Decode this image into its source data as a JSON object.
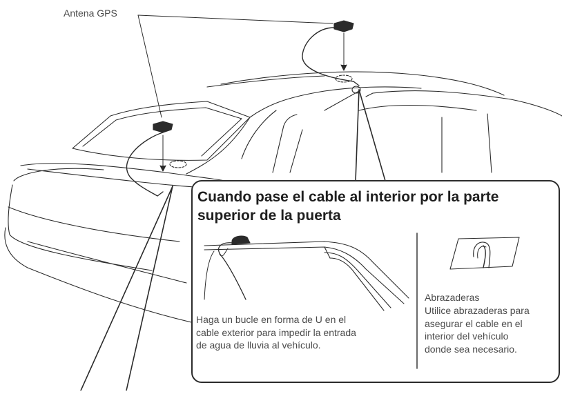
{
  "labels": {
    "antenna": "Antena GPS"
  },
  "callout": {
    "title": "Cuando pase el cable al interior por la parte superior de la puerta",
    "loop_text": "Haga un bucle en forma de U en el\ncable exterior para impedir la entrada\nde agua de lluvia al vehículo.",
    "clamps_title": "Abrazaderas",
    "clamps_text": "Utilice abrazaderas para\nasegurar el cable en el\ninterior del vehículo\ndonde sea necesario."
  }
}
